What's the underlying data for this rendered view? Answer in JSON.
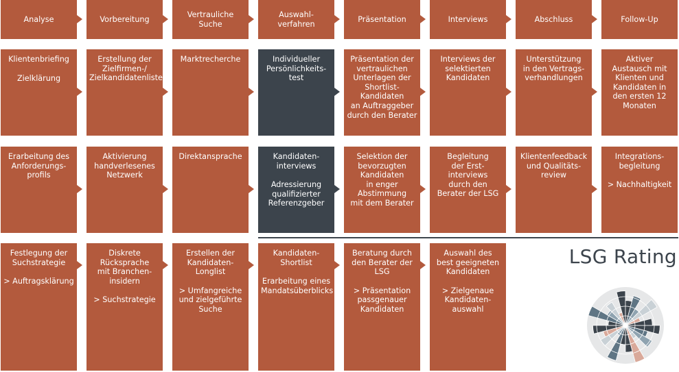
{
  "headers": [
    "Analyse",
    "Vorbereitung",
    "Vertrauliche\nSuche",
    "Auswahl-\nverfahren",
    "Präsentation",
    "Interviews",
    "Abschluss",
    "Follow-Up"
  ],
  "row1": [
    [
      "Klientenbriefing",
      "Zielklärung"
    ],
    [
      "Erstellung der\nZielfirmen-/\nZielkandidatenliste"
    ],
    [
      "Marktrecherche"
    ],
    [
      "Individueller\nPersönlichkeits-\ntest"
    ],
    [
      "Präsentation der\nvertraulichen\nUnterlagen der\nShortlist-\nKandidaten\nan Auftraggeber\ndurch den Berater"
    ],
    [
      "Interviews der\nselektierten\nKandidaten"
    ],
    [
      "Unterstützung\nin den Vertrags-\nverhandlungen"
    ],
    [
      "Aktiver\nAustausch mit\nKlienten und\nKandidaten in\nden ersten 12\nMonaten"
    ]
  ],
  "row2": [
    [
      "Erarbeitung des\nAnforderungs-\nprofils"
    ],
    [
      "Aktivierung\nhandverlesenes\nNetzwerk"
    ],
    [
      "Direktansprache"
    ],
    [
      "Kandidaten-\ninterviews",
      "Adressierung\nqualifizierter\nReferenzgeber"
    ],
    [
      "Selektion der\nbevorzugten\nKandidaten\nin enger\nAbstimmung\nmit dem Berater"
    ],
    [
      "Begleitung\nder Erst-\ninterviews\ndurch den\nBerater der LSG"
    ],
    [
      "Klientenfeedback\nund Qualitäts-\nreview"
    ],
    [
      "Integrations-\nbegleitung",
      "> Nachhaltigkeit"
    ]
  ],
  "row3": [
    [
      "Festlegung der\nSuchstrategie",
      "> Auftragsklärung"
    ],
    [
      "Diskrete\nRücksprache\nmit Branchen-\ninsidern",
      "> Suchstrategie"
    ],
    [
      "Erstellen der\nKandidaten-\nLonglist",
      "> Umfangreiche\nund zielgeführte\nSuche"
    ],
    [
      "Kandidaten-\nShortlist",
      "Erarbeitung eines\nMandatsüberblicks"
    ],
    [
      "Beratung durch\nden Berater der\nLSG",
      "> Präsentation\npassgenauer\nKandidaten"
    ],
    [
      "Auswahl des\nbest geeigneten\nKandidaten",
      "> Zielgenaue\nKandidaten-\nauswahl"
    ]
  ],
  "rating_title": "LSG Rating",
  "colors": {
    "rust": "#b35a3d",
    "slate": "#3c444c"
  }
}
